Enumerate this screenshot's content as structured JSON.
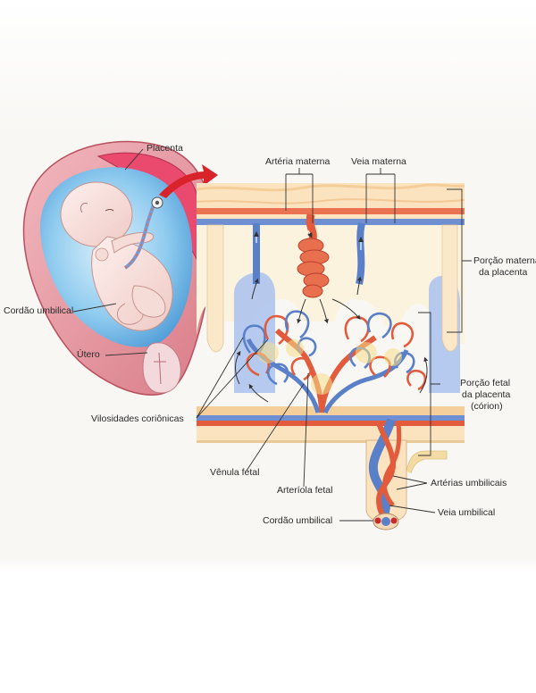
{
  "labels": {
    "placenta": "Placenta",
    "arteria_materna": "Artéria materna",
    "veia_materna": "Veia materna",
    "porcao_materna_l1": "Porção materna",
    "porcao_materna_l2": "da placenta",
    "cordao_umbilical_left": "Cordão umbilical",
    "utero": "Útero",
    "vilosidades": "Vilosidades coriônicas",
    "porcao_fetal_l1": "Porção fetal",
    "porcao_fetal_l2": "da placenta",
    "porcao_fetal_l3": "(córion)",
    "venula_fetal": "Vênula fetal",
    "arteriola_fetal": "Arteríola fetal",
    "arterias_umbilicais": "Artérias umbilicais",
    "veia_umbilical": "Veia umbilical",
    "cordao_umbilical_bottom": "Cordão umbilical"
  },
  "colors": {
    "maternal_red": "#e25b3c",
    "fetal_blue": "#5a80c9",
    "placenta_pink": "#e94a6e",
    "uterus_pink": "#eaa3ad",
    "amniotic_blue": "#6fb6e6",
    "tissue_cream": "#fbe9c4"
  }
}
